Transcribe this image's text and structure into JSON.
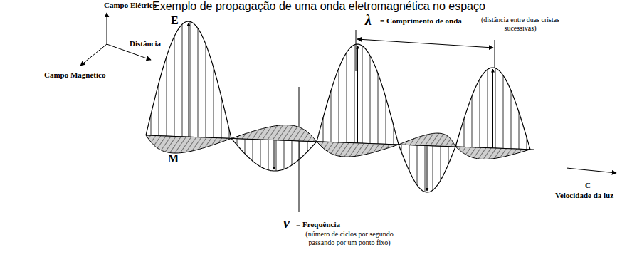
{
  "diagram": {
    "title": "Exemplo de propagação de uma onda eletromagnética no espaço",
    "labels": [
      "Campo Elétrico",
      "Distância",
      "Campo Magnético",
      "E",
      "M",
      "λ",
      "= Comprimento de onda",
      "(distância entre duas cristas sucessivas)",
      "C",
      "Velocidade da luz",
      "ν",
      "= Frequência",
      "(número de ciclos por segundo passando por um ponto fixo)"
    ]
  }
}
